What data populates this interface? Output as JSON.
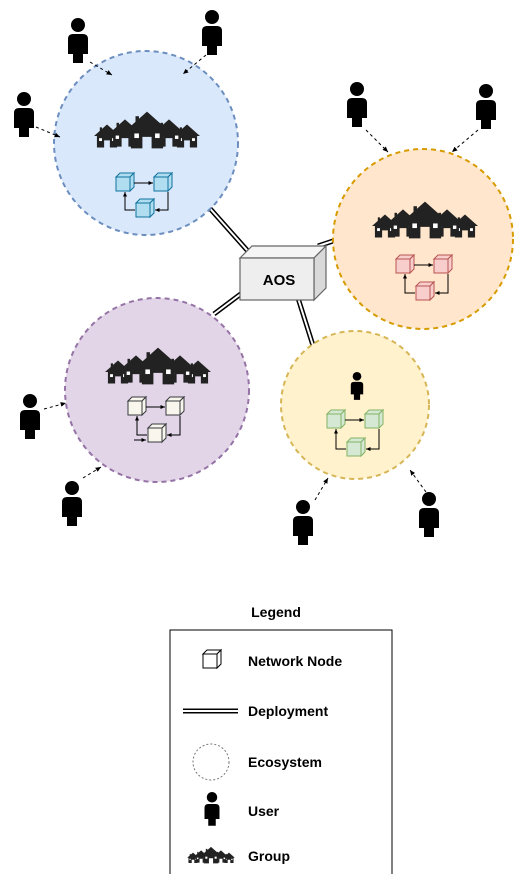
{
  "hub": {
    "label": "AOS"
  },
  "legend": {
    "title": "Legend",
    "items": [
      {
        "icon": "cube-icon",
        "label": "Network Node"
      },
      {
        "icon": "double-line-icon",
        "label": "Deployment"
      },
      {
        "icon": "dashed-circle-icon",
        "label": "Ecosystem"
      },
      {
        "icon": "user-icon",
        "label": "User"
      },
      {
        "icon": "houses-icon",
        "label": "Group"
      }
    ]
  },
  "ecosystems": [
    {
      "name": "ecosystem-blue",
      "fill": "#dae8fc",
      "stroke": "#6c8ebf",
      "node_fill": "#b1ddf0",
      "node_stroke": "#10739e",
      "users": 3,
      "groups": 1
    },
    {
      "name": "ecosystem-orange",
      "fill": "#ffe6cc",
      "stroke": "#d79b00",
      "node_fill": "#f8cecc",
      "node_stroke": "#b85450",
      "users": 2,
      "groups": 1
    },
    {
      "name": "ecosystem-purple",
      "fill": "#e1d5e7",
      "stroke": "#9673a6",
      "node_fill": "#f9f7ed",
      "node_stroke": "#36393d",
      "users": 2,
      "groups": 1
    },
    {
      "name": "ecosystem-yellow",
      "fill": "#fff2cc",
      "stroke": "#d6b656",
      "node_fill": "#d5e8d4",
      "node_stroke": "#82b366",
      "users": 3,
      "groups": 0
    }
  ]
}
